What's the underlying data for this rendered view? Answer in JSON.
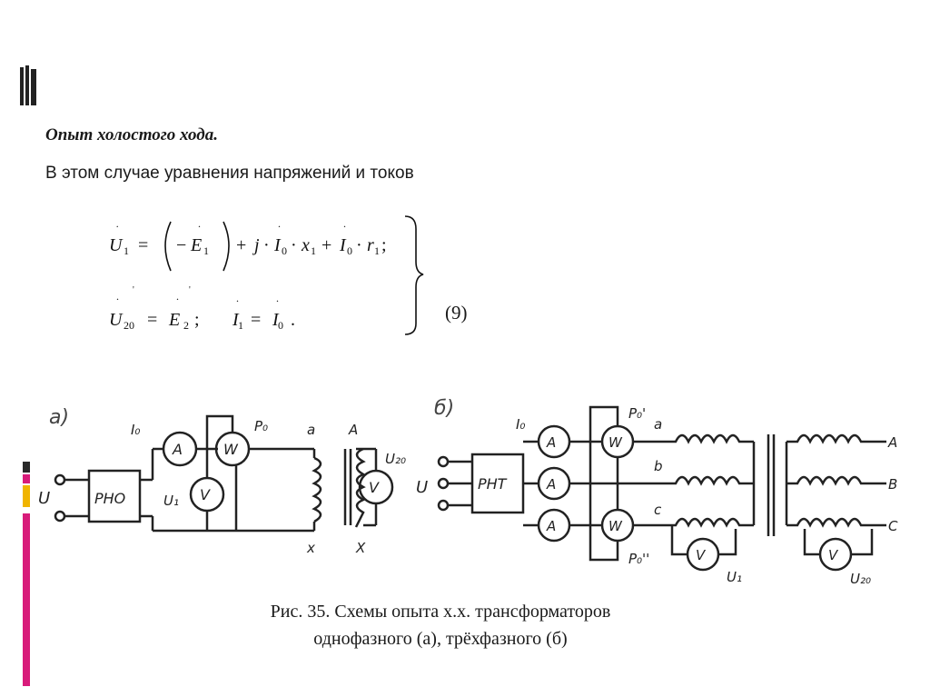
{
  "heading": "Опыт холостого хода.",
  "intro": "В этом случае уравнения напряжений и токов",
  "equation_number": "(9)",
  "caption": {
    "line1": "Рис. 35. Схемы опыта х.х. трансформаторов",
    "line2": "однофазного (а), трёхфазного (б)"
  }
}
